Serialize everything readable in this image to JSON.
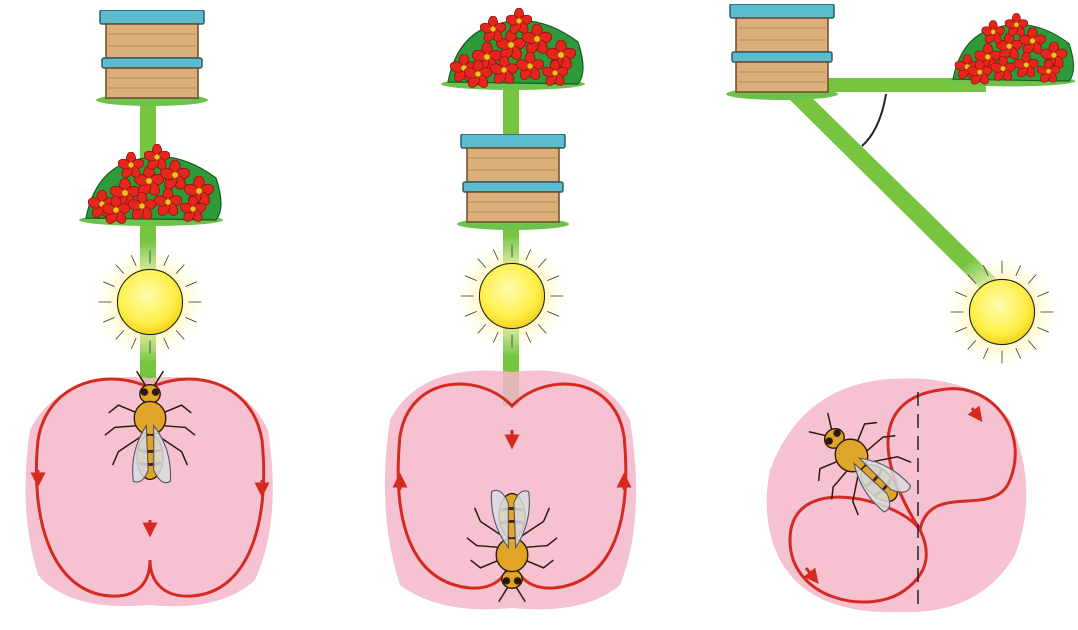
{
  "figure": {
    "panels": [
      {
        "id": "panel-1",
        "hive_position": "top",
        "flowers_position": "below-hive",
        "sun_position": "below-flowers",
        "dance_orientation": "waggle-run-up"
      },
      {
        "id": "panel-2",
        "hive_position": "below-flowers",
        "flowers_position": "top",
        "sun_position": "below-hive",
        "dance_orientation": "waggle-run-down"
      },
      {
        "id": "panel-3",
        "hive_position": "top-left",
        "flowers_position": "top-right",
        "sun_position": "lower-right",
        "dance_orientation": "waggle-run-angled"
      }
    ],
    "colors": {
      "path_green": "#77c43f",
      "petal_red": "#e5261c",
      "flower_center": "#f6c21b",
      "leaf_green": "#2e9a3a",
      "hive_wood": "#dcae7a",
      "hive_roof": "#5bbcd0",
      "sun_yellow": "#fff04a",
      "dance_pink": "#f4b6c9",
      "dance_line": "#d42a20",
      "bee_body": "#e0a428"
    },
    "icons": [
      "beehive-icon",
      "flower-bush-icon",
      "sun-icon",
      "honeybee-icon",
      "waggle-dance-loop-icon"
    ]
  }
}
